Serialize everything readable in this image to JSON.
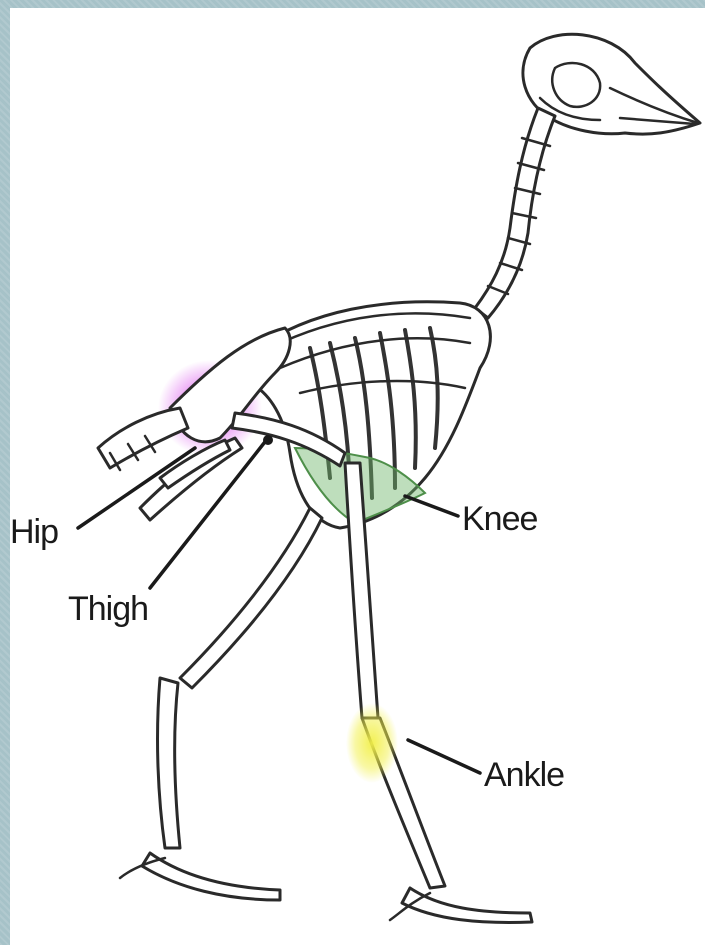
{
  "labels": {
    "hip": "Hip",
    "thigh": "Thigh",
    "knee": "Knee",
    "ankle": "Ankle"
  },
  "highlights": {
    "hip_color": "#e070f0",
    "knee_color": "#6fb56a",
    "ankle_color": "#f2f04a"
  }
}
